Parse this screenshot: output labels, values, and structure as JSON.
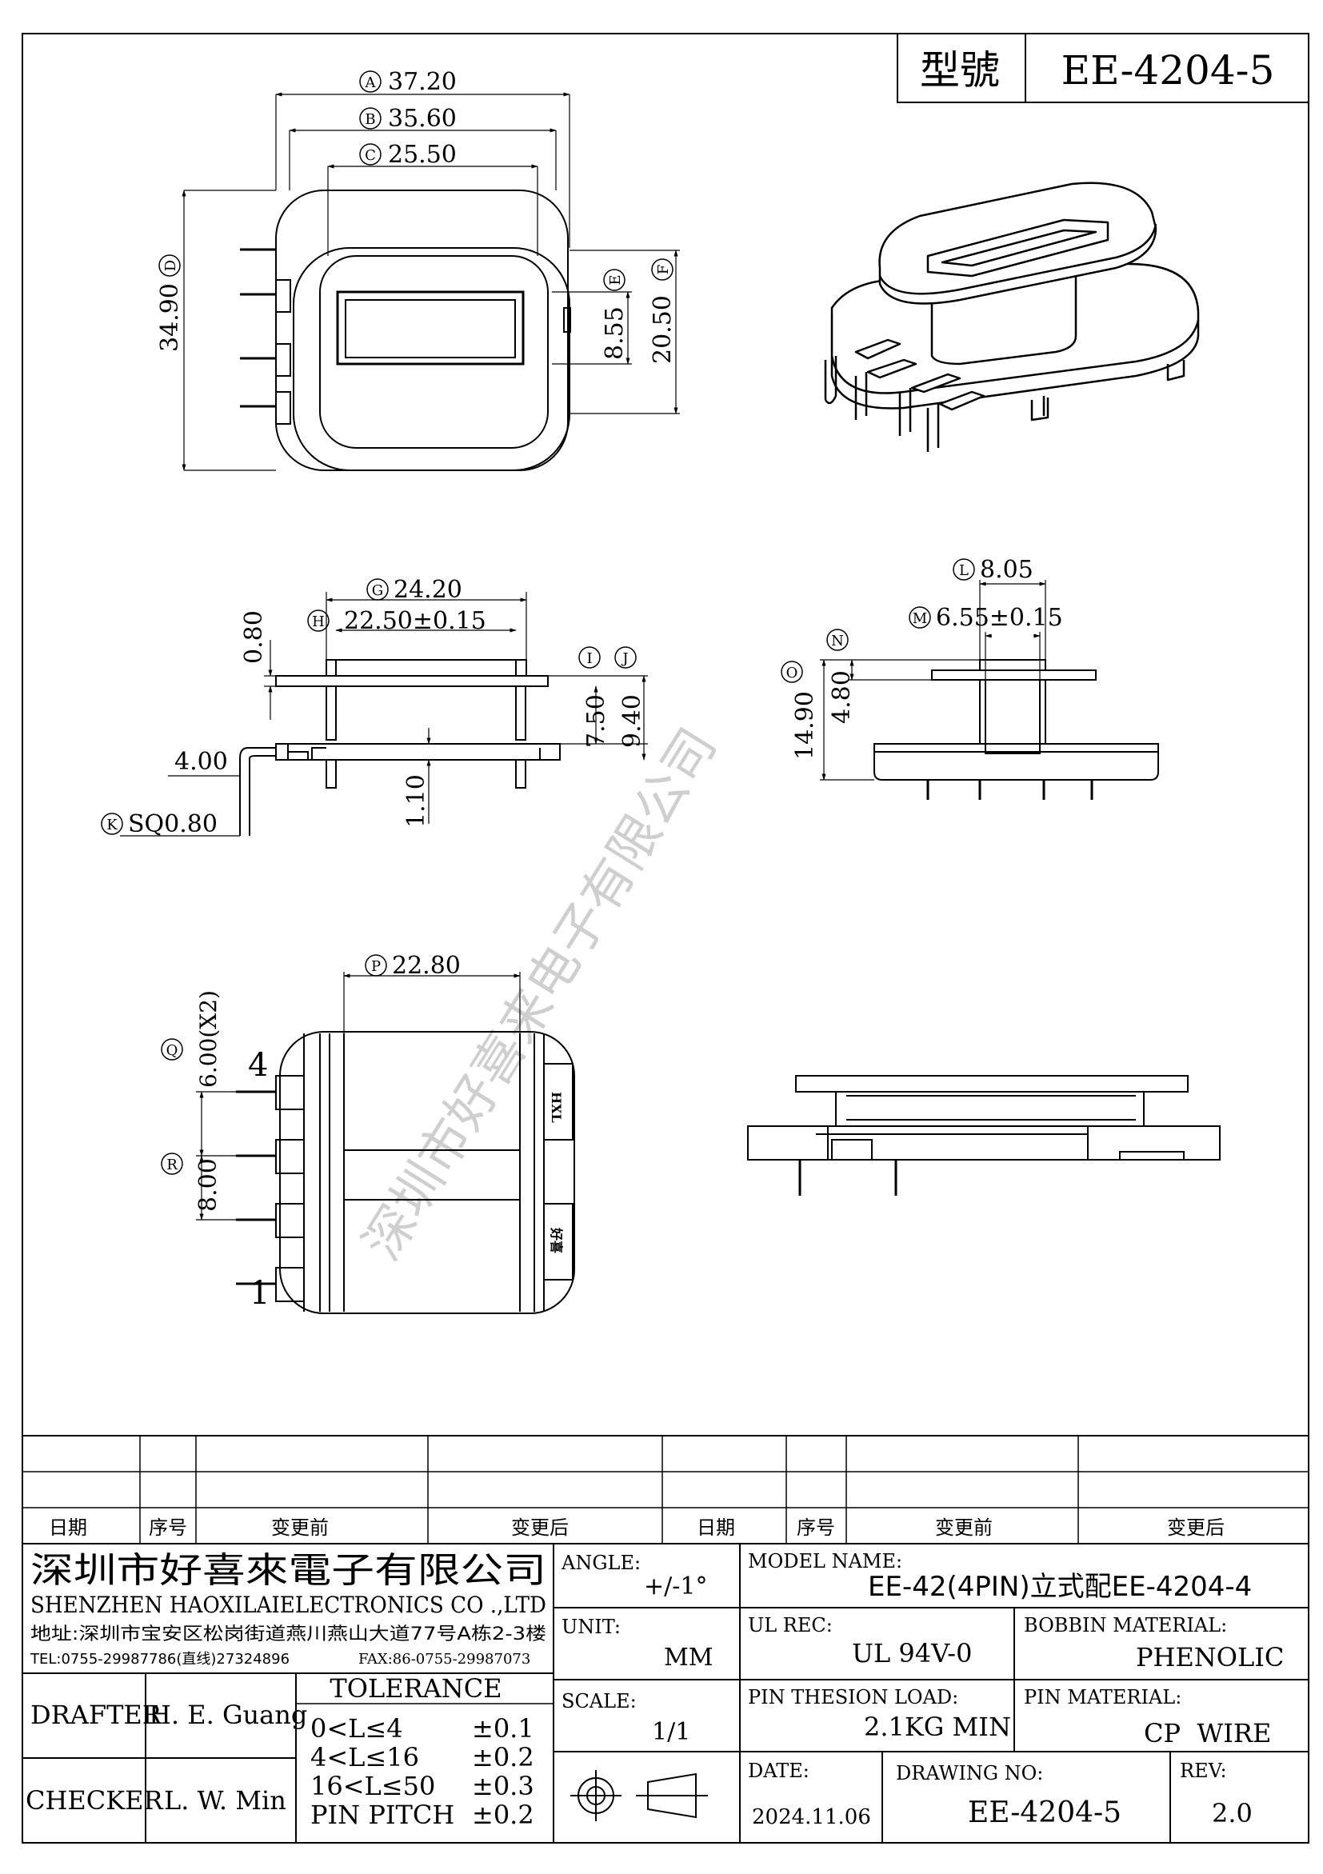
{
  "header": {
    "model_label": "型號",
    "model_value": "EE-4204-5"
  },
  "dims": {
    "A": "37.20",
    "B": "35.60",
    "C": "25.50",
    "D": "34.90",
    "E": "8.55",
    "F": "20.50",
    "G": "24.20",
    "H": "22.50±0.15",
    "t080": "0.80",
    "I": "7.50",
    "J": "9.40",
    "t400": "4.00",
    "t110": "1.10",
    "K": "SQ0.80",
    "L": "8.05",
    "M": "6.55±0.15",
    "N": "4.80",
    "O": "14.90",
    "P": "22.80",
    "Q": "6.00(X2)",
    "R": "8.00"
  },
  "circles": {
    "A": "A",
    "B": "B",
    "C": "C",
    "D": "D",
    "E": "E",
    "F": "F",
    "G": "G",
    "H": "H",
    "I": "I",
    "J": "J",
    "K": "K",
    "L": "L",
    "M": "M",
    "N": "N",
    "O": "O",
    "P": "P",
    "Q": "Q",
    "R": "R"
  },
  "pins": {
    "top": "4",
    "bottom": "1"
  },
  "marks": {
    "m1": "HXL",
    "m2": "好喜"
  },
  "watermark": "深圳市好喜来电子有限公司",
  "revision_table": {
    "headers": [
      "日期",
      "序号",
      "变更前",
      "变更后",
      "日期",
      "序号",
      "变更前",
      "变更后"
    ]
  },
  "company": {
    "name_cn": "深圳市好喜來電子有限公司",
    "name_en": "SHENZHEN HAOXILAIELECTRONICS CO .,LTD",
    "address": "地址:深圳市宝安区松岗街道燕川燕山大道77号A栋2-3楼",
    "tel": "TEL:0755-29987786(直线)27324896",
    "fax": "FAX:86-0755-29987073"
  },
  "drafter": {
    "label": "DRAFTER",
    "value": "H. E. Guang"
  },
  "checker": {
    "label": "CHECKER",
    "value": "L. W. Min"
  },
  "tolerance": {
    "title": "TOLERANCE",
    "rows": [
      {
        "range": "0<L≤4",
        "value": "±0.1"
      },
      {
        "range": "4<L≤16",
        "value": "±0.2"
      },
      {
        "range": "16<L≤50",
        "value": "±0.3"
      },
      {
        "range": "PIN PITCH",
        "value": "±0.2"
      }
    ]
  },
  "fields": {
    "angle_label": "ANGLE:",
    "angle_value": "+/-1°",
    "model_name_label": "MODEL NAME:",
    "model_name_value": "EE-42(4PIN)立式配EE-4204-4",
    "unit_label": "UNIT:",
    "unit_value": "MM",
    "ul_label": "UL REC:",
    "ul_value": "UL 94V-0",
    "bobbin_label": "BOBBIN MATERIAL:",
    "bobbin_value": "PHENOLIC",
    "scale_label": "SCALE:",
    "scale_value": "1/1",
    "pin_load_label": "PIN THESION LOAD:",
    "pin_load_value": "2.1KG MIN",
    "pin_material_label": "PIN MATERIAL:",
    "pin_material_value": "CP  WIRE",
    "date_label": "DATE:",
    "date_value": "2024.11.06",
    "drawing_no_label": "DRAWING NO:",
    "drawing_no_value": "EE-4204-5",
    "rev_label": "REV:",
    "rev_value": "2.0"
  }
}
